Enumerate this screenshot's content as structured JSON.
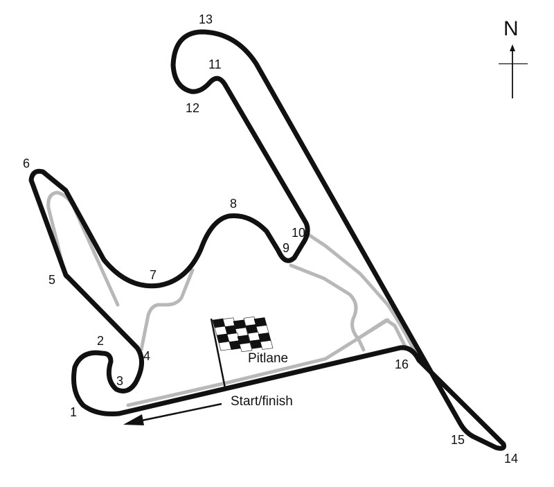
{
  "map": {
    "colors": {
      "track": "#111111",
      "runoff": "#b8b8b8",
      "background": "#ffffff"
    },
    "north_label": "N",
    "pitlane_label": "Pitlane",
    "start_finish_label": "Start/finish",
    "icons": [
      "north-arrow-icon",
      "checkered-flag-icon",
      "direction-arrow-icon"
    ],
    "turns": [
      {
        "number": "1"
      },
      {
        "number": "2"
      },
      {
        "number": "3"
      },
      {
        "number": "4"
      },
      {
        "number": "5"
      },
      {
        "number": "6"
      },
      {
        "number": "7"
      },
      {
        "number": "8"
      },
      {
        "number": "9"
      },
      {
        "number": "10"
      },
      {
        "number": "11"
      },
      {
        "number": "12"
      },
      {
        "number": "13"
      },
      {
        "number": "14"
      },
      {
        "number": "15"
      },
      {
        "number": "16"
      }
    ]
  }
}
